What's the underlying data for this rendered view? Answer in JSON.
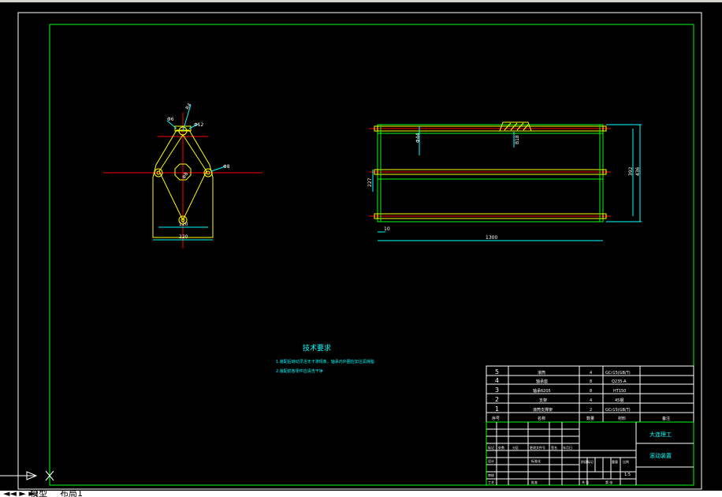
{
  "colors": {
    "background": "#000000",
    "frame": "#00ff00",
    "geometry": "#ffff00",
    "centerline": "#ff0000",
    "dimension": "#00ffff",
    "table_line": "#ffffff",
    "table_border": "#00ff00"
  },
  "tabs": {
    "nav": "◄◄ ► ►|",
    "model": "模型",
    "layout": "布局1"
  },
  "front_view": {
    "dims": {
      "slot_width": "Φ6",
      "pin_angle": "R4",
      "top_hole": "Φ12",
      "center_hole": "Φ8",
      "side_hole": "Φ8",
      "bottom_inner": "120",
      "bottom_outer": "220"
    }
  },
  "side_view": {
    "dims": {
      "height_left_top": "Φ44",
      "height_left_mid": "227",
      "slot_label": "B18",
      "right_inner": "392",
      "right_outer": "436",
      "end_offset": "10",
      "total_length": "1300"
    }
  },
  "notes": {
    "title": "技术要求",
    "lines": [
      "1.装配后转动灵活无卡滞现象，轴承内外圈应加注润滑脂",
      "2.装配前各零件应清洗干净"
    ]
  },
  "bom": {
    "rows": [
      {
        "no": "5",
        "name": "滚筒",
        "qty": "4",
        "material": "GCr15(GB/T)"
      },
      {
        "no": "4",
        "name": "轴承座",
        "qty": "8",
        "material": "Q235-A"
      },
      {
        "no": "3",
        "name": "轴承6205",
        "qty": "8",
        "material": "HT150"
      },
      {
        "no": "2",
        "name": "支架",
        "qty": "4",
        "material": "45钢"
      },
      {
        "no": "1",
        "name": "滚筒支撑架",
        "qty": "2",
        "material": "GCr15(GB/T)"
      }
    ],
    "header": {
      "no": "序号",
      "name": "名称",
      "qty": "数量",
      "material": "材料",
      "remark": "备注"
    }
  },
  "title_block": {
    "school": "大连理工",
    "drawing": "滚动装置",
    "labels": {
      "mark": "标记",
      "count": "处数",
      "zone": "分区",
      "doc": "更改文件号",
      "sign": "签名",
      "date": "年月日",
      "design": "设计",
      "standard": "标准化",
      "stage": "阶段标记",
      "weight": "重量",
      "scale": "比例",
      "review": "审核",
      "process": "工艺",
      "approve": "批准",
      "sheets": "共 张",
      "sheet": "第 张",
      "scale_value": "1:5"
    }
  }
}
